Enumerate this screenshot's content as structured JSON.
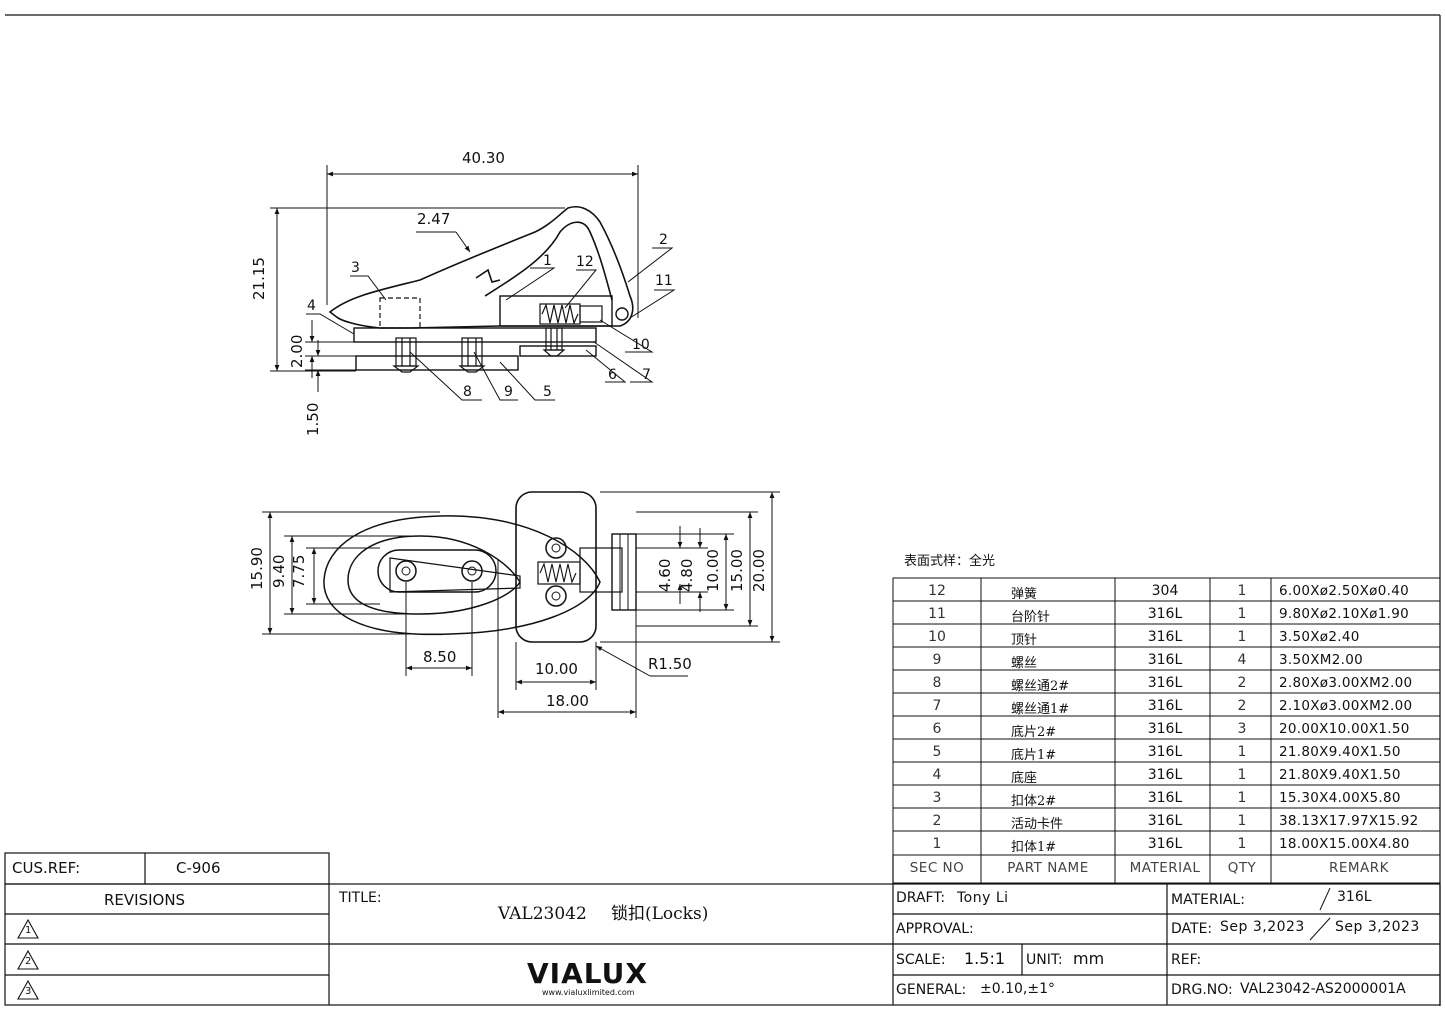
{
  "drawing": {
    "dims": {
      "d_40_30": "40.30",
      "d_2_47": "2.47",
      "d_21_15": "21.15",
      "d_2_00": "2.00",
      "d_1_50": "1.50",
      "d_15_90": "15.90",
      "d_9_40": "9.40",
      "d_7_75": "7.75",
      "d_8_50": "8.50",
      "d_10_00_h": "10.00",
      "d_18_00": "18.00",
      "d_r1_50": "R1.50",
      "d_4_60": "4.60",
      "d_4_80": "4.80",
      "d_10_00_v": "10.00",
      "d_15_00": "15.00",
      "d_20_00": "20.00"
    },
    "balloons": {
      "b1": "1",
      "b2": "2",
      "b3": "3",
      "b4": "4",
      "b5": "5",
      "b6": "6",
      "b7": "7",
      "b8": "8",
      "b9": "9",
      "b10": "10",
      "b11": "11",
      "b12": "12"
    }
  },
  "finish_note": "表面式样：全光",
  "bom": {
    "header": {
      "sec": "SEC NO",
      "name": "PART NAME",
      "material": "MATERIAL",
      "qty": "QTY",
      "remark": "REMARK"
    },
    "rows": [
      {
        "sec": "12",
        "name": "弹簧",
        "material": "304",
        "qty": "1",
        "remark": "6.00Xø2.50Xø0.40"
      },
      {
        "sec": "11",
        "name": "台阶针",
        "material": "316L",
        "qty": "1",
        "remark": "9.80Xø2.10Xø1.90"
      },
      {
        "sec": "10",
        "name": "顶针",
        "material": "316L",
        "qty": "1",
        "remark": "3.50Xø2.40"
      },
      {
        "sec": "9",
        "name": "螺丝",
        "material": "316L",
        "qty": "4",
        "remark": "3.50XM2.00"
      },
      {
        "sec": "8",
        "name": "螺丝通2#",
        "material": "316L",
        "qty": "2",
        "remark": "2.80Xø3.00XM2.00"
      },
      {
        "sec": "7",
        "name": "螺丝通1#",
        "material": "316L",
        "qty": "2",
        "remark": "2.10Xø3.00XM2.00"
      },
      {
        "sec": "6",
        "name": "底片2#",
        "material": "316L",
        "qty": "3",
        "remark": "20.00X10.00X1.50"
      },
      {
        "sec": "5",
        "name": "底片1#",
        "material": "316L",
        "qty": "1",
        "remark": "21.80X9.40X1.50"
      },
      {
        "sec": "4",
        "name": "底座",
        "material": "316L",
        "qty": "1",
        "remark": "21.80X9.40X1.50"
      },
      {
        "sec": "3",
        "name": "扣体2#",
        "material": "316L",
        "qty": "1",
        "remark": "15.30X4.00X5.80"
      },
      {
        "sec": "2",
        "name": "活动卡件",
        "material": "316L",
        "qty": "1",
        "remark": "38.13X17.97X15.92"
      },
      {
        "sec": "1",
        "name": "扣体1#",
        "material": "316L",
        "qty": "1",
        "remark": "18.00X15.00X4.80"
      }
    ]
  },
  "title_block": {
    "cus_ref_label": "CUS.REF:",
    "cus_ref_value": "C-906",
    "revisions_label": "REVISIONS",
    "rev_marks": [
      "1",
      "2",
      "3"
    ],
    "title_label": "TITLE:",
    "title_code": "VAL23042",
    "title_name": "锁扣(Locks)",
    "logo_text": "VIALUX",
    "logo_url": "www.vialuxlimited.com",
    "draft_label": "DRAFT:",
    "draft_value": "Tony Li",
    "approval_label": "APPROVAL:",
    "scale_label": "SCALE:",
    "scale_value": "1.5:1",
    "unit_label": "UNIT:",
    "unit_value": "mm",
    "general_label": "GENERAL:",
    "general_value": "±0.10,±1°",
    "material_label": "MATERIAL:",
    "material_value": "316L",
    "date_label": "DATE:",
    "date_value": "Sep 3,2023",
    "date_value2": "Sep 3,2023",
    "ref_label": "REF:",
    "drg_label": "DRG.NO:",
    "drg_value": "VAL23042-AS2000001A"
  }
}
